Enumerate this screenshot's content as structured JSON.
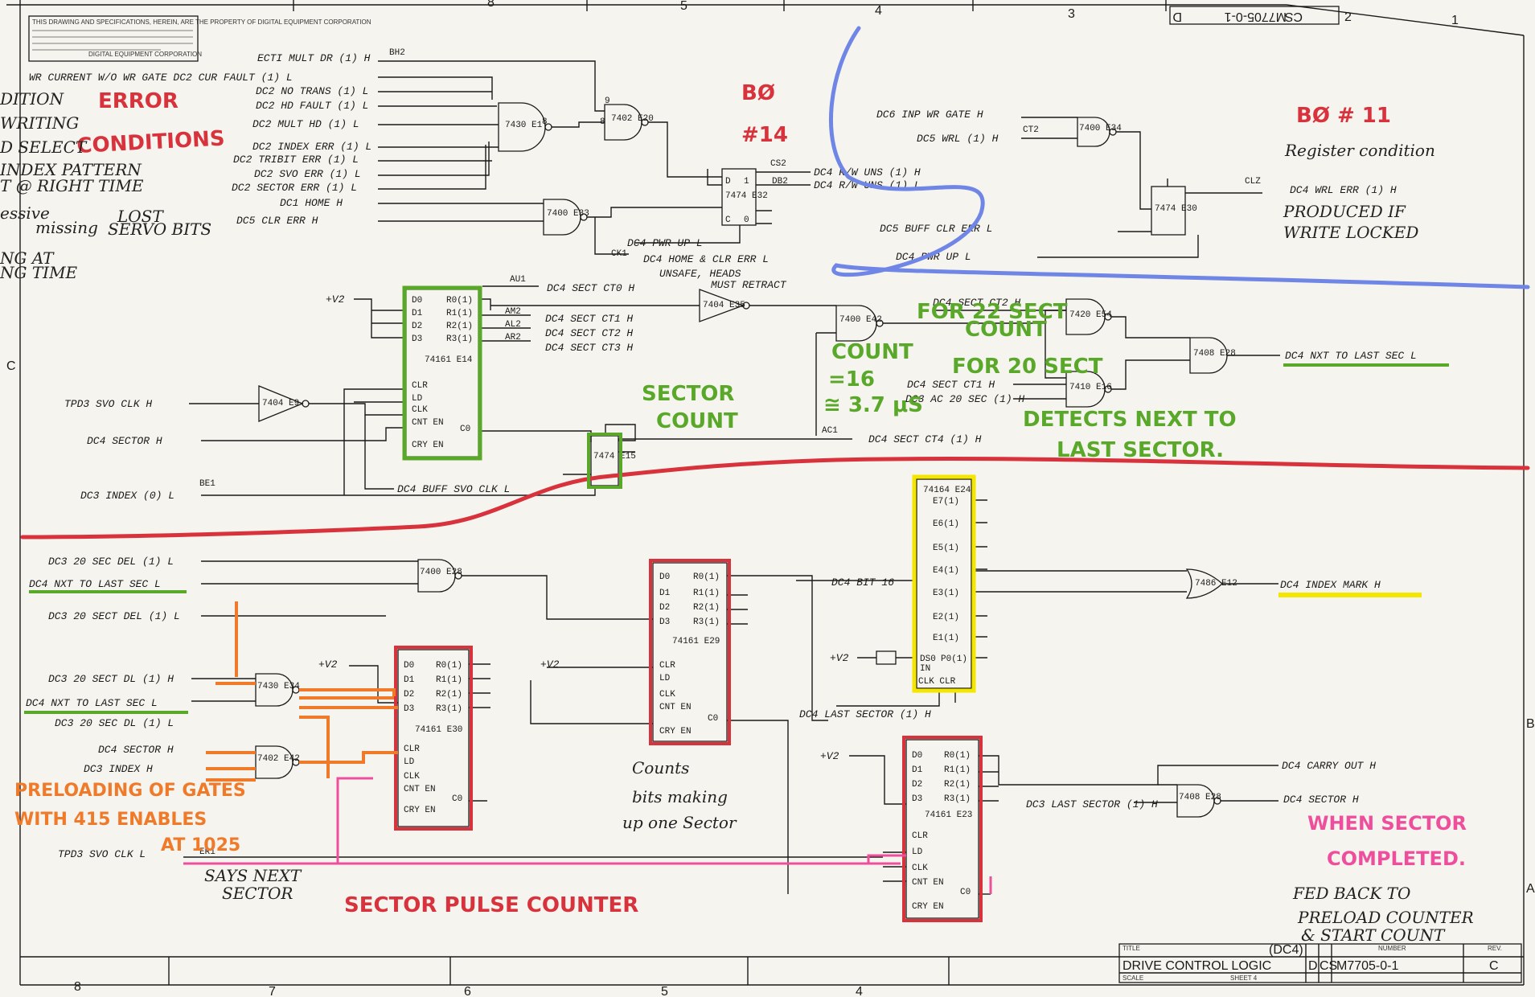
{
  "title_block": {
    "title": "DRIVE CONTROL LOGIC",
    "title_sub": "(DC4)",
    "title_label": "TITLE",
    "size": "D",
    "code": "CS",
    "number": "M7705-0-1",
    "rev": "C",
    "rev_label": "REV.",
    "number_label": "NUMBER",
    "sheet": "SHEET 4",
    "scale_label": "SCALE",
    "top_number": "M7705-0-1",
    "top_size": "D",
    "top_code": "CS",
    "top_sheet": "2"
  },
  "zones_top": [
    "8",
    "5",
    "4",
    "3",
    "1"
  ],
  "zones_bottom": [
    "8",
    "7",
    "6",
    "5",
    "4"
  ],
  "zones_side": [
    "C",
    "B",
    "A"
  ],
  "copyright_note": "THIS DRAWING AND SPECIFICATIONS, HEREIN, ARE THE PROPERTY OF DIGITAL EQUIPMENT CORPORATION",
  "copyright_line": "DIGITAL EQUIPMENT CORPORATION",
  "signals": {
    "ecti_mult_dr": "ECTI MULT DR (1) H",
    "bh2": "BH2",
    "cur_fault": "WR CURRENT W/O WR GATE DC2 CUR FAULT (1) L",
    "no_trans": "DC2 NO TRANS (1) L",
    "hd_fault": "DC2 HD FAULT (1) L",
    "mult_hd": "DC2 MULT HD (1) L",
    "index_err": "DC2 INDEX ERR (1) L",
    "tribit_err": "DC2 TRIBIT ERR (1) L",
    "svo_err": "DC2 SVO ERR (1) L",
    "sector_err": "DC2 SECTOR ERR (1) L",
    "home": "DC1 HOME H",
    "clr_err": "DC5 CLR ERR H",
    "rw_uns_h": "DC4 R/W UNS (1) H",
    "rw_uns_l": "DC4 R/W UNS (1) L",
    "pwr_up": "DC4 PWR UP L",
    "home_clr": "DC4 HOME & CLR ERR L",
    "cs2": "CS2",
    "db2": "DB2",
    "ck1": "CK1",
    "inp_wr_gate": "DC6 INP WR GATE H",
    "wrl": "DC5 WRL (1) H",
    "ct2": "CT2",
    "clz": "CLZ",
    "wrl_err": "DC4 WRL ERR (1) H",
    "buff_clr_err": "DC5 BUFF CLR ERR L",
    "pwr_up2": "DC4 PWR UP L",
    "sect_ct0": "DC4 SECT CT0 H",
    "sect_ct1": "DC4 SECT CT1 H",
    "sect_ct2": "DC4 SECT CT2 H",
    "sect_ct3": "DC4 SECT CT3 H",
    "au1": "AU1",
    "am2": "AM2",
    "al2": "AL2",
    "ar2": "AR2",
    "v2": "+V2",
    "svo_clk": "TPD3 SVO CLK H",
    "sector_h": "DC4 SECTOR H",
    "index": "DC3 INDEX (0) L",
    "be1": "BE1",
    "buff_svo_clk": "DC4 BUFF SVO CLK L",
    "sect_ct2_h": "DC4 SECT CT2 H",
    "sect_ct1_h": "DC4 SECT CT1 H",
    "ac_20sec": "DC3 AC 20 SEC (1) H",
    "nxt_to_last": "DC4 NXT TO LAST SEC L",
    "sect_ct4": "DC4 SECT CT4 (1) H",
    "ac1": "AC1",
    "sec_del": "DC3 20 SEC DEL (1) L",
    "nxt_to_last_in": "DC4 NXT TO LAST SEC L",
    "sect_del0": "DC3 20 SECT DEL (1) L",
    "sect_dl_h": "DC3 20 SECT DL (1) H",
    "nxt_to_last_in2": "DC4 NXT TO LAST SEC L",
    "sec_dl_l": "DC3 20 SEC DL (1) L",
    "sector_h2": "DC4 SECTOR H",
    "index_h": "DC3 INDEX H",
    "svo_clk_l": "TPD3 SVO CLK L",
    "bit16": "DC4 BIT 16",
    "last_sector_h": "DC4 LAST SECTOR (1) H",
    "index_mark": "DC4 INDEX MARK H",
    "carry_out": "DC4 CARRY OUT H",
    "sector_out": "DC4 SECTOR H",
    "last_sector_3h": "DC3 LAST SECTOR (1) H",
    "er1": "ER1"
  },
  "chips": {
    "e1": "7430\nE1",
    "e20": "7402\nE20",
    "e32": "7474\nE32",
    "e33": "7400\nE33",
    "e34": "7400\nE34",
    "e30": "7474\nE30",
    "e14": "74161\nE14",
    "e35": "7404\nE35",
    "e9": "7404\nE9",
    "e15": "7474\nE15",
    "e42": "7400\nE42",
    "e54": "7420\nE54",
    "e16": "7410\nE16",
    "e28a": "7408\nE28",
    "e24": "74164\nE24",
    "e12": "7486\nE12",
    "e28b": "7400\nE28",
    "e29": "74161\nE29",
    "e30b": "74161\nE30",
    "e34b": "7430\nE34",
    "e42b": "7402\nE42",
    "e23": "74161\nE23",
    "e28c": "7408\nE28"
  },
  "pins": {
    "d0": "D0",
    "d1": "D1",
    "d2": "D2",
    "d3": "D3",
    "r0": "R0(1)",
    "r1": "R1(1)",
    "r2": "R2(1)",
    "r3": "R3(1)",
    "clr": "CLR",
    "ld": "LD",
    "clk": "CLK",
    "cnten": "CNT EN",
    "cryen": "CRY EN",
    "c0": "C0",
    "e7": "E7(1)",
    "e6": "E6(1)",
    "e5": "E5(1)",
    "e4": "E4(1)",
    "e3": "E3(1)",
    "e2": "E2(1)",
    "e1": "E1(1)",
    "p0": "P0(1)",
    "ds0": "DS0",
    "in": "IN",
    "clkclr": "CLK CLR"
  },
  "annotations": {
    "error": "ERROR",
    "conditions": "CONDITIONS",
    "b0_14_a": "BØ",
    "b0_14_b": "#14",
    "b0_11": "BØ # 11",
    "register_condition": "Register condition",
    "produced_if": "PRODUCED IF",
    "write_locked": "WRITE LOCKED",
    "unsafe": "UNSAFE, HEADS",
    "must_retract": "MUST RETRACT",
    "lost_servo_a": "LOST",
    "lost_servo_b": "SERVO BITS",
    "left_notes": [
      "DITION",
      "WRITING",
      "D SELECT",
      "INDEX PATTERN",
      "T @ RIGHT TIME",
      "essive",
      "missing",
      "NG AT",
      "NG TIME"
    ],
    "sector_count_a": "SECTOR",
    "sector_count_b": "COUNT",
    "count16_a": "COUNT",
    "count16_b": "=16",
    "count16_c": "≅ 3.7 μS",
    "for22": "FOR 22 SECT",
    "for22b": "COUNT",
    "for20": "FOR 20 SECT",
    "detects_a": "DETECTS NEXT TO",
    "detects_b": "LAST SECTOR.",
    "preload_a": "PRELOADING OF GATES",
    "preload_b": "WITH 415 ENABLES",
    "preload_c": "AT 1025",
    "says_next_a": "SAYS NEXT",
    "says_next_b": "SECTOR",
    "sector_pulse": "SECTOR  PULSE  COUNTER",
    "counts_a": "Counts",
    "counts_b": "bits making",
    "counts_c": "up one Sector",
    "when_sector_a": "WHEN SECTOR",
    "when_sector_b": "COMPLETED.",
    "fed_back_a": "FED BACK TO",
    "fed_back_b": "PRELOAD COUNTER",
    "fed_back_c": "& START COUNT"
  },
  "colors": {
    "red": "#d8333d",
    "blue": "#6f86e6",
    "green": "#5aa82a",
    "yellow": "#f5e600",
    "orange": "#ef7a2a",
    "pink": "#ee4f9d",
    "ink": "#1a1a1a"
  }
}
